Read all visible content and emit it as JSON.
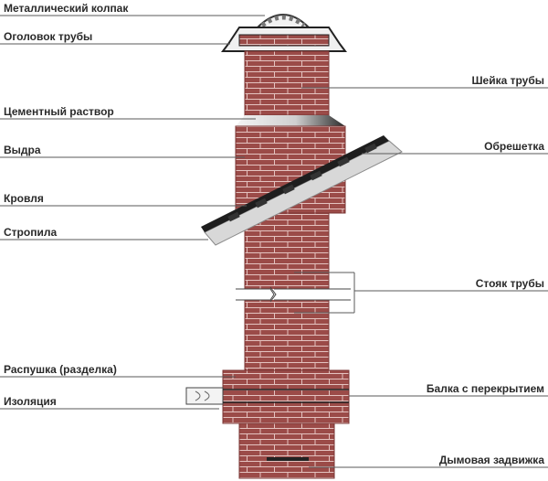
{
  "labels": {
    "metal_cap": "Металлический колпак",
    "chimney_head": "Оголовок трубы",
    "cement_mortar": "Цементный раствор",
    "otter": "Выдра",
    "roofing": "Кровля",
    "rafters": "Стропила",
    "fluffing": "Распушка (разделка)",
    "insulation": "Изоляция",
    "chimney_neck": "Шейка трубы",
    "lathing": "Обрешетка",
    "chimney_riser": "Стояк трубы",
    "beam_ceiling": "Балка с перекрытием",
    "smoke_damper": "Дымовая задвижка"
  },
  "colors": {
    "brick": "#9b4b48",
    "brick_dark": "#7a3533",
    "mortar": "#e4c3c0",
    "roof": "#1e1e1e",
    "rafter": "#d8d8d8",
    "text": "#2a2a2a",
    "line": "#5a5a5a"
  }
}
